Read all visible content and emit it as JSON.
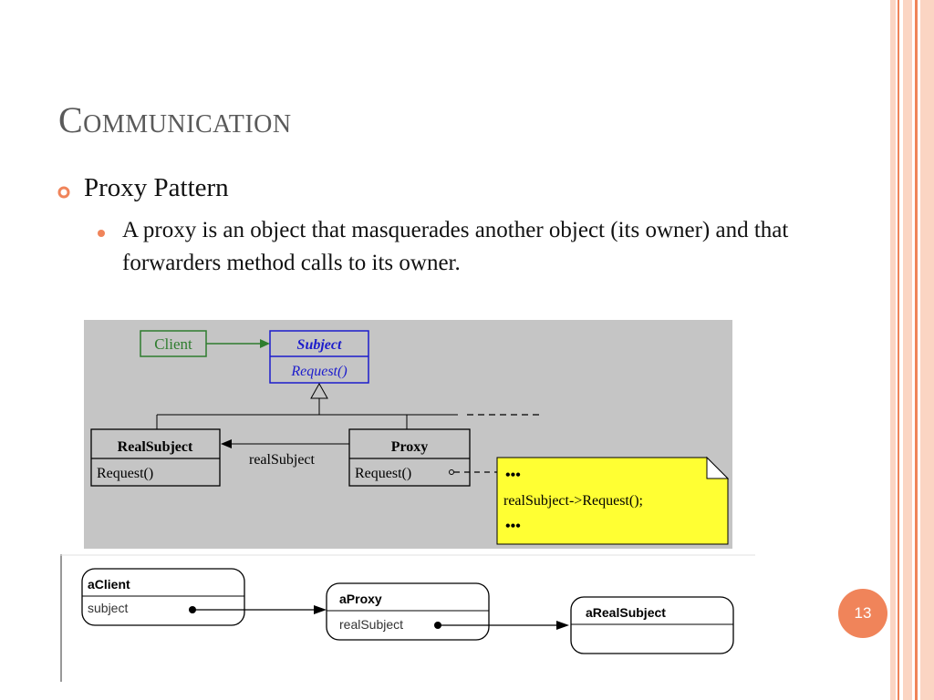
{
  "slide": {
    "title": "Communication",
    "bullet1": "Proxy Pattern",
    "bullet2": "A proxy is an object that masquerades another object (its owner) and that forwarders method calls to its owner.",
    "page_number": "13"
  },
  "diagram1": {
    "client": "Client",
    "subject_name": "Subject",
    "subject_method": "Request()",
    "real_subject_name": "RealSubject",
    "real_subject_method": "Request()",
    "proxy_name": "Proxy",
    "proxy_method": "Request()",
    "association_label": "realSubject",
    "note_dots_top": "•••",
    "note_code": "realSubject->Request();",
    "note_dots_bottom": "•••"
  },
  "diagram2": {
    "client_name": "aClient",
    "client_field": "subject",
    "proxy_name": "aProxy",
    "proxy_field": "realSubject",
    "real_name": "aRealSubject"
  },
  "colors": {
    "accent": "#f0845a",
    "stripe_light": "#fbd5c3",
    "client_green": "#2f7d2f",
    "subject_blue": "#1c1ccc",
    "note_yellow": "#ffff33",
    "diagram_bg": "#c5c5c5"
  }
}
